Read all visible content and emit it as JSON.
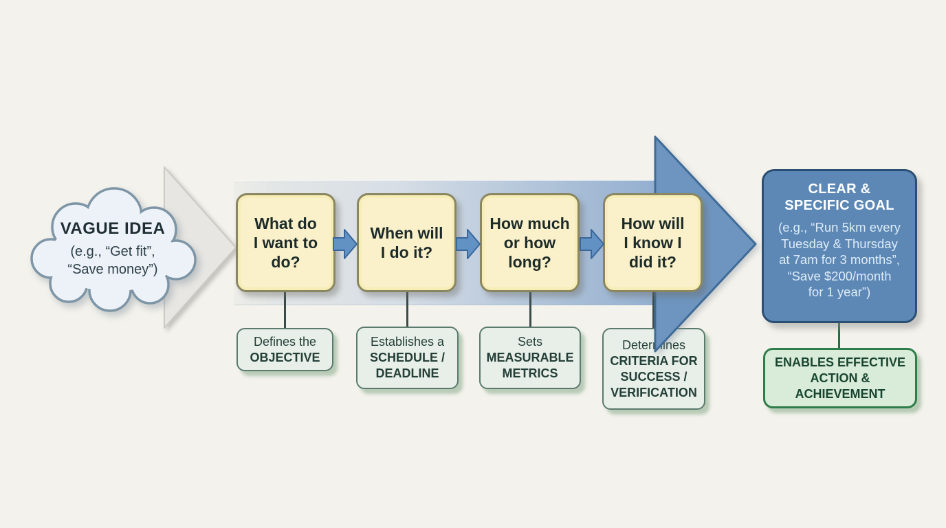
{
  "cloud": {
    "title": "VAGUE IDEA",
    "example": "(e.g., “Get fit”,\n“Save money”)"
  },
  "steps": [
    {
      "question": "What do\nI want to\ndo?",
      "note_lead": "Defines the",
      "note_emphasis": "OBJECTIVE"
    },
    {
      "question": "When will\nI do it?",
      "note_lead": "Establishes a",
      "note_emphasis": "SCHEDULE /\nDEADLINE"
    },
    {
      "question": "How much\nor how\nlong?",
      "note_lead": "Sets",
      "note_emphasis": "MEASURABLE\nMETRICS"
    },
    {
      "question": "How will\nI know I\ndid it?",
      "note_lead": "Determines",
      "note_emphasis": "CRITERIA FOR\nSUCCESS /\nVERIFICATION"
    }
  ],
  "goal": {
    "title": "CLEAR &\nSPECIFIC GOAL",
    "example": "(e.g., “Run 5km every\nTuesday & Thursday\nat 7am for 3 months”,\n“Save $200/month\nfor 1 year”)"
  },
  "outcome": {
    "label": "ENABLES EFFECTIVE\nACTION &\nACHIEVEMENT"
  },
  "colors": {
    "canvas-bg": "#f3f2ec",
    "gray-arrow-fill": "#e7e6e2",
    "gray-arrow-border": "#cbcac5",
    "cloud-fill": "#edf2f8",
    "cloud-border": "#7e95a6",
    "cloud-text": "#1e2e33",
    "cloud-sub-text": "#2c3e46",
    "arrowhead-fill": "#6e95bf",
    "arrowhead-border": "#3e6b97",
    "flow-arrow-fill": "#6292c4",
    "flow-arrow-border": "#3a669a",
    "question-fill": "#faf1cb",
    "question-border": "#8a8660",
    "question-text": "#1d2b28",
    "note-fill": "#e8efe9",
    "note-border": "#5a7a6d",
    "note-text": "#233f38",
    "goal-fill": "#5d88b6",
    "goal-border": "#2b4f72",
    "goal-title-text": "#ffffff",
    "goal-example-text": "#dcebf7",
    "outcome-fill": "#d8ecd9",
    "outcome-border": "#2f7d4a",
    "outcome-text": "#18452f",
    "connector-dark": "#3a4a46",
    "connector-green": "#2d6b45"
  }
}
